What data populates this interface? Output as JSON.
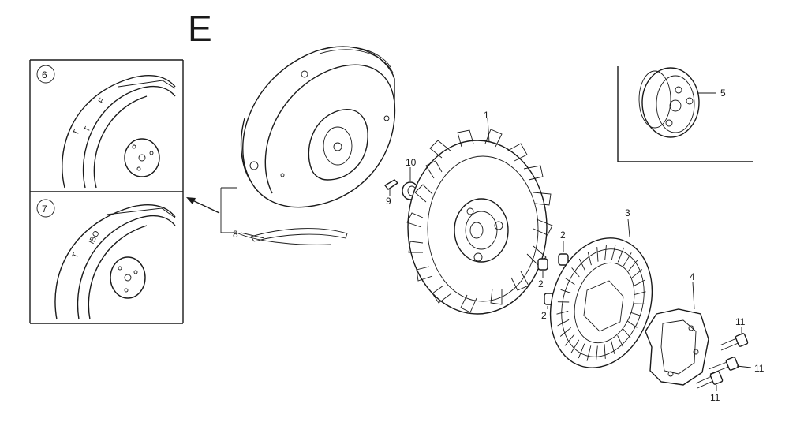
{
  "section_letter": "E",
  "callouts": {
    "flywheel": "1",
    "nut_a": "2",
    "nut_b": "2",
    "nut_c": "2",
    "stator_plate": "3",
    "bracket": "4",
    "cup_washer": "5",
    "detail_top": "6",
    "detail_bottom": "7",
    "gasket": "8",
    "key": "9",
    "nut_10": "10",
    "bolt_a": "11",
    "bolt_b": "11",
    "bolt_c": "11"
  },
  "detail_top_marks": [
    "F",
    "T",
    "T"
  ],
  "detail_bottom_marks": [
    "IBO",
    "T"
  ]
}
